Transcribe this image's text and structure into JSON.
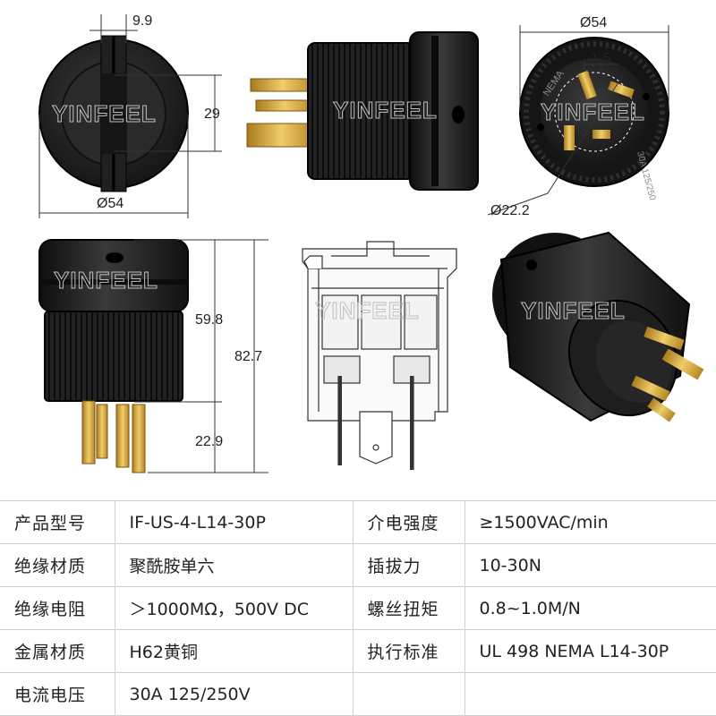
{
  "dimensions": {
    "front_slot_width": "9.9",
    "front_height": "29",
    "front_diameter": "Ø54",
    "face_diameter": "Ø54",
    "face_pin_spacing": "1.5",
    "face_inner_diameter": "Ø22.2",
    "side_body_length": "59.8",
    "side_total_length": "82.7",
    "side_pin_length": "22.9"
  },
  "product_markings": {
    "face_text": "NEMA",
    "face_rating": "30A 125/250"
  },
  "watermark": "YINFEEL",
  "specs": [
    {
      "label": "产品型号",
      "value": "IF-US-4-L14-30P",
      "label2": "介电强度",
      "value2": "≥1500VAC/min"
    },
    {
      "label": "绝缘材质",
      "value": "聚酰胺单六",
      "label2": "插拔力",
      "value2": "10-30N"
    },
    {
      "label": "绝缘电阻",
      "value": "＞1000MΩ，500V DC",
      "label2": "螺丝扭矩",
      "value2": "0.8~1.0M/N"
    },
    {
      "label": "金属材质",
      "value": "H62黄铜",
      "label2": "执行标准",
      "value2": "UL 498  NEMA L14-30P"
    },
    {
      "label": "电流电压",
      "value": "30A 125/250V",
      "label2": "",
      "value2": ""
    }
  ],
  "colors": {
    "plug_body": "#1c1c1c",
    "brass": "#d4a63a",
    "border": "#cfcfcf",
    "dimension_line": "#333333"
  }
}
